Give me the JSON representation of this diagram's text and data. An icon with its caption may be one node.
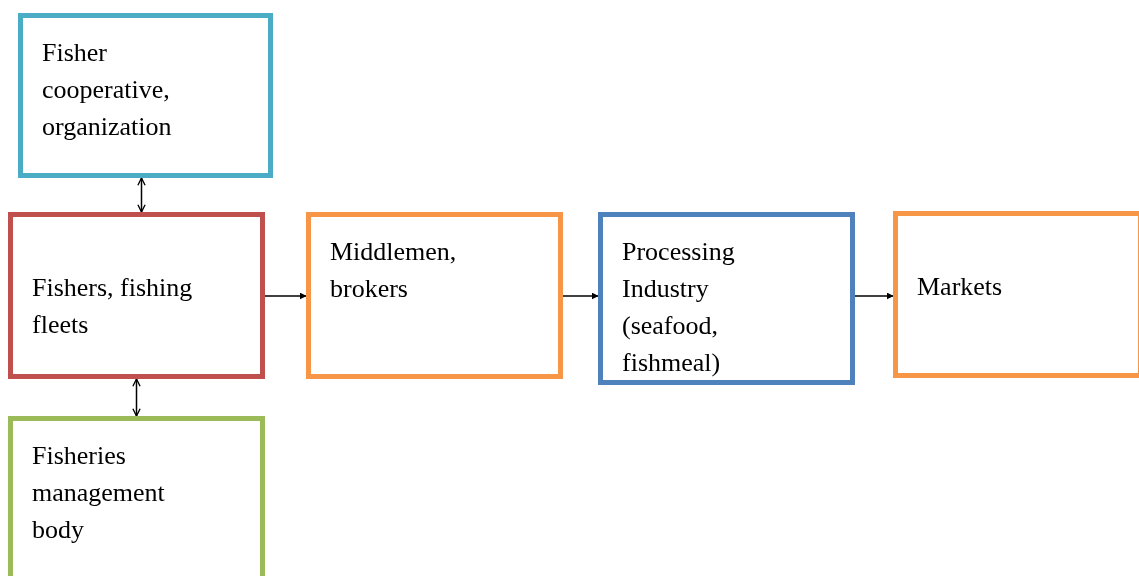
{
  "diagram": {
    "nodes": [
      {
        "text": [
          "Fisher cooperative, organization"
        ]
      },
      {
        "text": [
          "Fishers, fishing fleets"
        ]
      },
      {
        "text": [
          "Middlemen, brokers"
        ]
      },
      {
        "text": [
          "Processing Industry (seafood, fishmeal)"
        ]
      },
      {
        "text": [
          "Markets"
        ]
      },
      {
        "text": [
          "Fisheries management body"
        ]
      }
    ],
    "edges": [
      {
        "from": 0,
        "to": 1,
        "arrow": "both"
      },
      {
        "from": 1,
        "to": 5,
        "arrow": "both"
      },
      {
        "from": 1,
        "to": 2,
        "arrow": "to"
      },
      {
        "from": 2,
        "to": 3,
        "arrow": "to"
      },
      {
        "from": 3,
        "to": 4,
        "arrow": "to"
      }
    ]
  }
}
